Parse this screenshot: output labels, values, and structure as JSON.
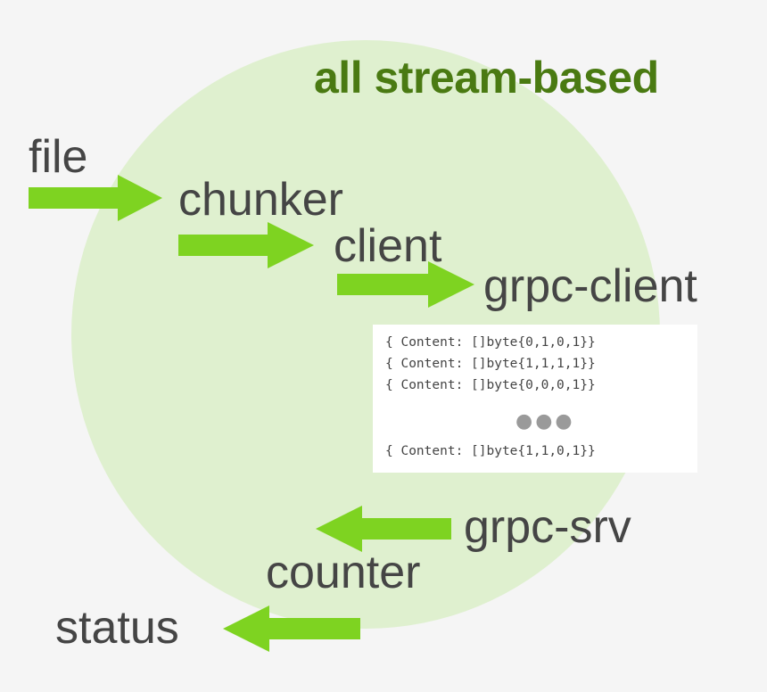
{
  "title": "all stream-based",
  "labels": {
    "file": "file",
    "chunker": "chunker",
    "client": "client",
    "grpc_client": "grpc-client",
    "grpc_srv": "grpc-srv",
    "counter": "counter",
    "status": "status"
  },
  "code": {
    "lines": [
      "{ Content: []byte{0,1,0,1}}",
      "{ Content: []byte{1,1,1,1}}",
      "{ Content: []byte{0,0,0,1}}"
    ],
    "ellipsis": "●●●",
    "last_line": "{ Content: []byte{1,1,0,1}}"
  },
  "colors": {
    "circle": "#dff0cf",
    "arrow": "#7ed321",
    "title": "#4a7a12",
    "label": "#454545"
  }
}
